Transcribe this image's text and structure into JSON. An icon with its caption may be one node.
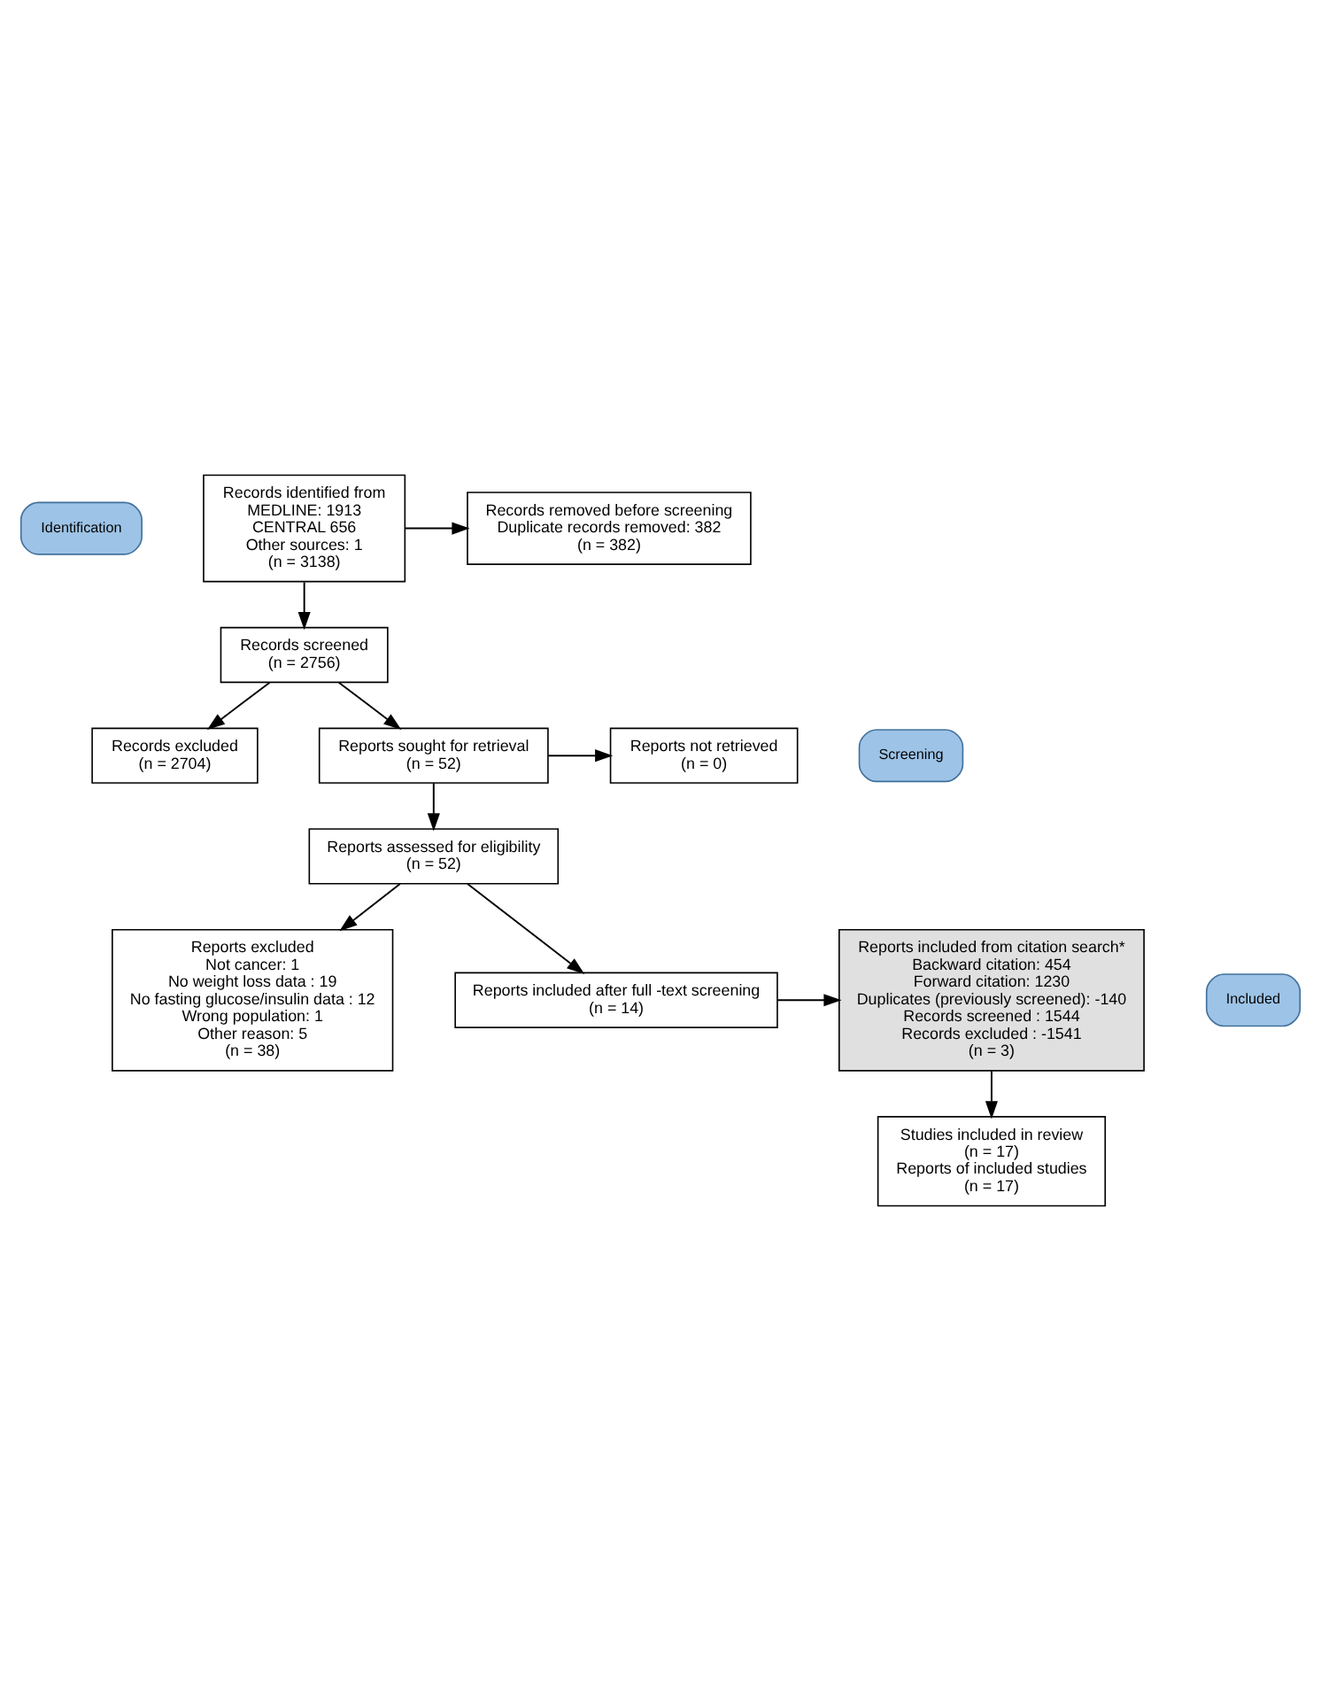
{
  "diagram": {
    "nodes": [
      {
        "text": [
          "Identification"
        ]
      },
      {
        "text": [
          "Records identified from",
          "MEDLINE: 1913",
          "CENTRAL 656",
          "Other sources: 1",
          "(n = 3138)"
        ]
      },
      {
        "text": [
          "Records removed before screening",
          "Duplicate records removed: 382",
          "(n = 382)"
        ]
      },
      {
        "text": [
          "Screening"
        ]
      },
      {
        "text": [
          "Records screened",
          "(n = 2756)"
        ]
      },
      {
        "text": [
          "Records excluded",
          "(n = 2704)"
        ]
      },
      {
        "text": [
          "Reports sought for retrieval",
          "(n = 52)"
        ]
      },
      {
        "text": [
          "Reports not retrieved",
          "(n = 0)"
        ]
      },
      {
        "text": [
          "Reports assessed for eligibility",
          "(n = 52)"
        ]
      },
      {
        "text": [
          "Reports excluded",
          "Not cancer: 1",
          "No weight loss data : 19",
          "No fasting glucose/insulin data : 12",
          "Wrong population: 1",
          "Other reason: 5",
          "(n = 38)"
        ]
      },
      {
        "text": [
          "Included"
        ]
      },
      {
        "text": [
          "Reports included after full -text screening",
          "(n = 14)"
        ]
      },
      {
        "text": [
          "Reports included from citation search*",
          "Backward citation: 454",
          "Forward citation: 1230",
          "Duplicates (previously screened): -140",
          "Records screened : 1544",
          "Records excluded : -1541",
          "(n = 3)"
        ]
      },
      {
        "text": [
          "Studies included in review",
          "(n = 17)",
          "Reports of included studies",
          "(n = 17)"
        ]
      }
    ],
    "edges": [
      {
        "from": 1,
        "to": 2,
        "arrow": "to"
      },
      {
        "from": 1,
        "to": 4,
        "arrow": "to"
      },
      {
        "from": 4,
        "to": 5,
        "arrow": "to"
      },
      {
        "from": 4,
        "to": 6,
        "arrow": "to"
      },
      {
        "from": 6,
        "to": 7,
        "arrow": "to"
      },
      {
        "from": 6,
        "to": 8,
        "arrow": "to"
      },
      {
        "from": 8,
        "to": 9,
        "arrow": "to"
      },
      {
        "from": 8,
        "to": 11,
        "arrow": "to"
      },
      {
        "from": 11,
        "to": 12,
        "arrow": "to"
      },
      {
        "from": 12,
        "to": 13,
        "arrow": "to"
      }
    ]
  }
}
